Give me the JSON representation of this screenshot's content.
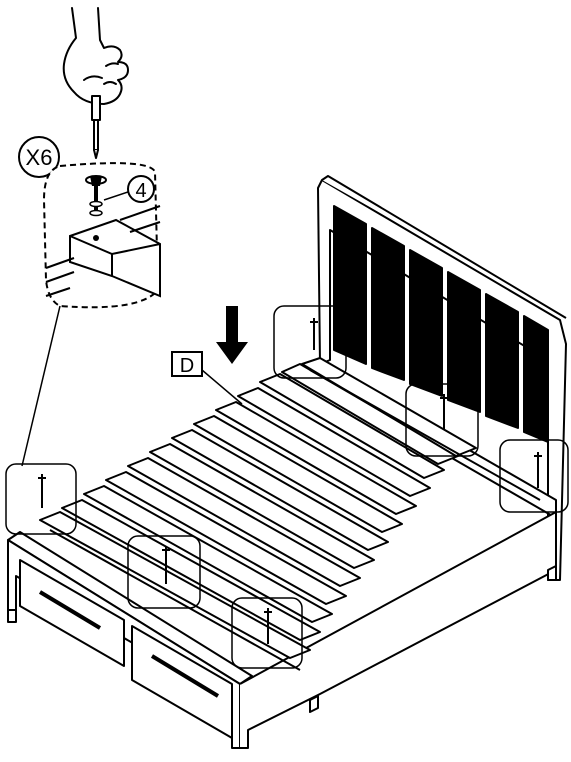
{
  "labels": {
    "quantity": "X6",
    "part_number": "4",
    "part_letter": "D"
  },
  "colors": {
    "ink": "#000000",
    "paper": "#ffffff",
    "callout": "#555555"
  },
  "icons": {
    "hand": "hand-holding-screwdriver-icon",
    "arrow": "arrow-down-icon"
  }
}
